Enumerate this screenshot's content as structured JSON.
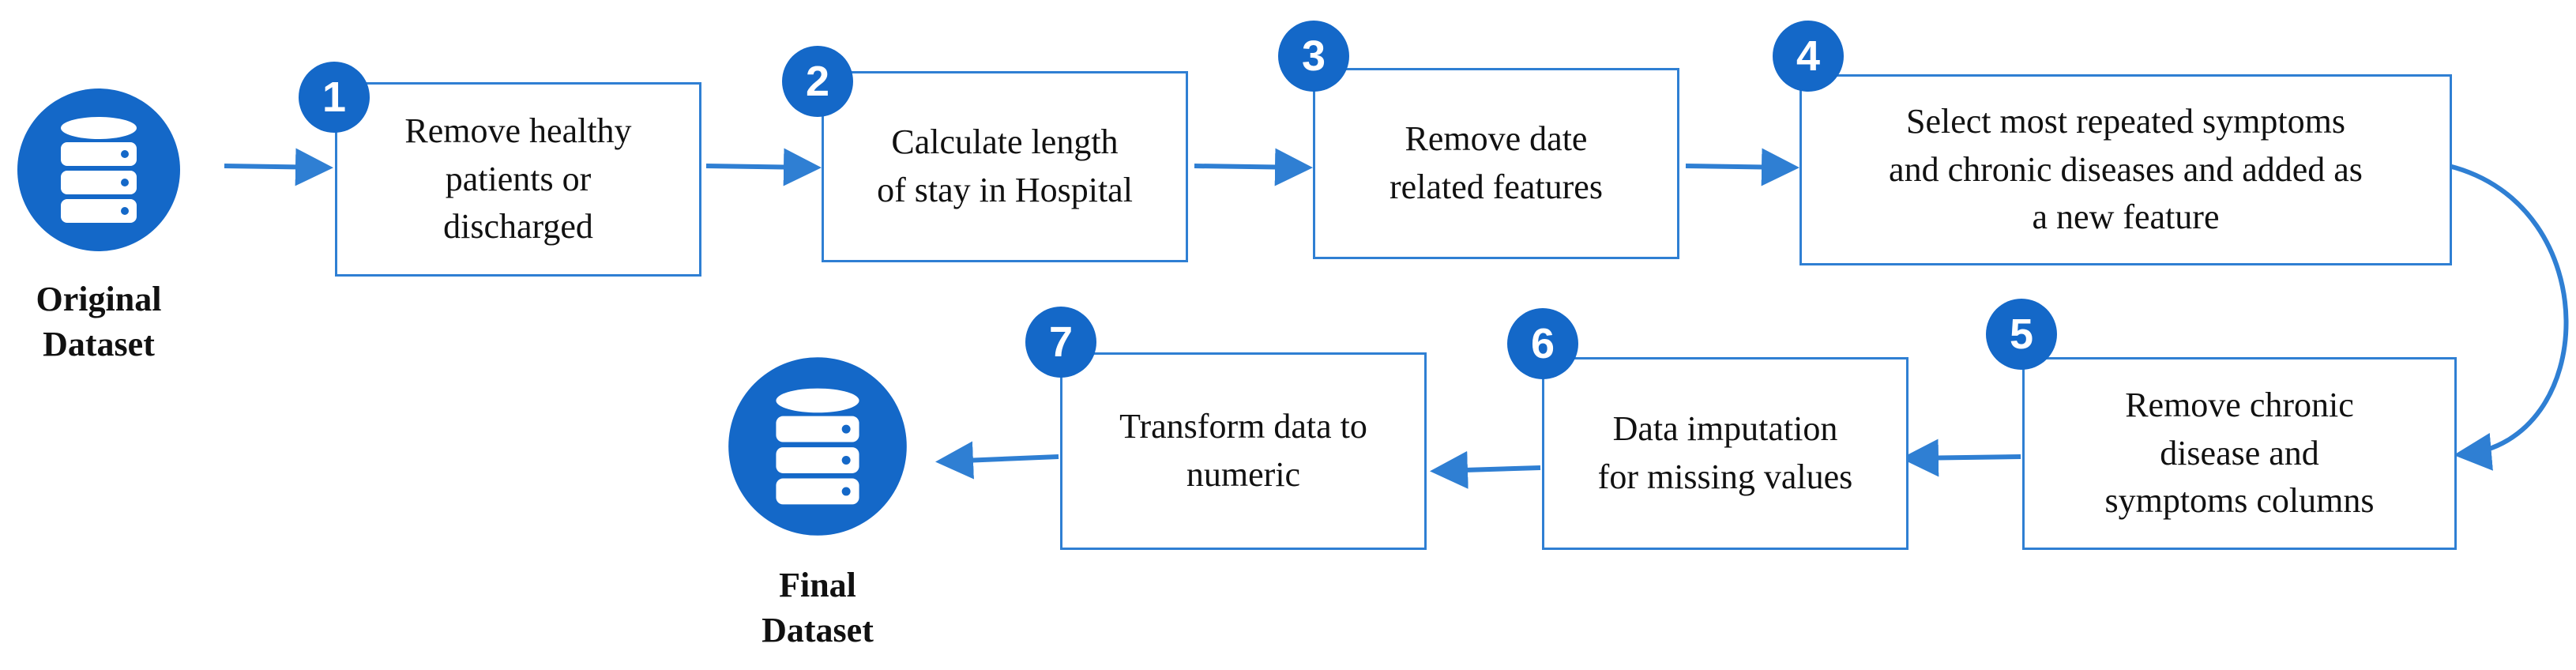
{
  "colors": {
    "accent": "#1468c8",
    "box_border": "#2f7fd3",
    "arrow": "#2f7fd3",
    "text": "#111111"
  },
  "icons": {
    "database": "database-icon"
  },
  "source": {
    "label": "Original\nDataset"
  },
  "target": {
    "label": "Final\nDataset"
  },
  "steps": [
    {
      "number": "1",
      "text": "Remove healthy\npatients or\ndischarged"
    },
    {
      "number": "2",
      "text": "Calculate length\nof stay in Hospital"
    },
    {
      "number": "3",
      "text": "Remove date\nrelated features"
    },
    {
      "number": "4",
      "text": "Select most repeated symptoms\nand chronic diseases and added as\na new feature"
    },
    {
      "number": "5",
      "text": "Remove chronic\ndisease and\nsymptoms columns"
    },
    {
      "number": "6",
      "text": "Data imputation\nfor missing values"
    },
    {
      "number": "7",
      "text": "Transform data to\nnumeric"
    }
  ]
}
